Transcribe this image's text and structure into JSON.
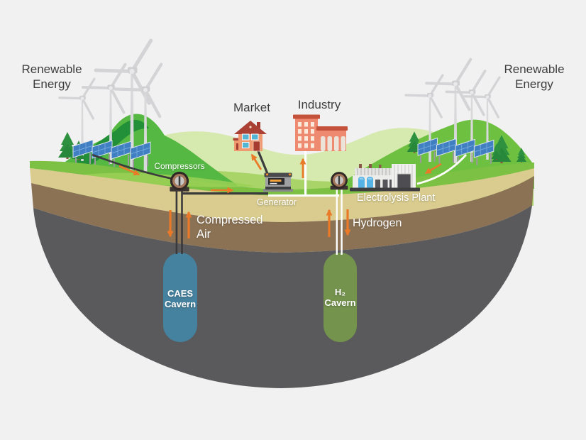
{
  "diagram": {
    "description": "Cross-section illustration of underground energy storage with CAES and hydrogen caverns beneath a green landscape",
    "labels": {
      "renewable_left": "Renewable\nEnergy",
      "renewable_right": "Renewable\nEnergy",
      "market": "Market",
      "industry": "Industry",
      "compressors": "Compressors",
      "generator": "Generator",
      "electrolysis_plant": "Electrolysis Plant",
      "compressed_air": "Compressed\nAir",
      "hydrogen": "Hydrogen",
      "caes_cavern": "CAES\nCavern",
      "h2_cavern": "H₂\nCavern"
    },
    "colors": {
      "background": "#f1f1f1",
      "grass": "#7cc144",
      "hill_left": "#55b843",
      "hill_left_shadow": "#219038",
      "hill_right": "#6ec041",
      "valley_light": "#d6e9ae",
      "soil_khaki": "#d9cc8e",
      "soil_brown": "#8b7254",
      "bedrock_gray": "#5a5a5c",
      "caes_cavern": "#45829f",
      "h2_cavern": "#74934d",
      "flow_arrow": "#eb7a28",
      "building_salmon": "#ee8d6d",
      "roof_red": "#bc4938",
      "solar_blue": "#3f7fc2",
      "pipe_dark": "#3a3a3c",
      "pipe_white": "#ffffff"
    }
  }
}
